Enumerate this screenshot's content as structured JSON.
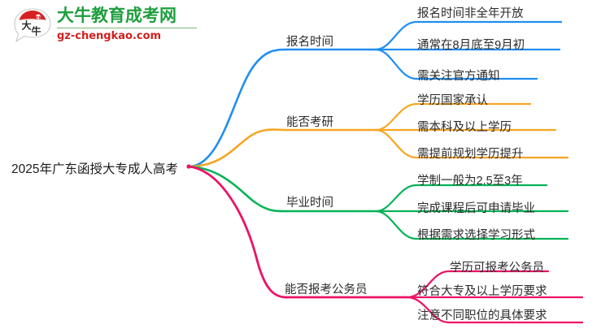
{
  "logo": {
    "mark_alt": "daniu-speech-bubble-logo",
    "title": "大牛教育成考网",
    "subtitle": "gz-chengkao.com",
    "title_color": "#1e9e3e",
    "subtitle_color": "#cf2020",
    "mark_color": "#d42121"
  },
  "mindmap": {
    "root": {
      "label": "2025年广东函授大专成人高考"
    },
    "branches": [
      {
        "label": "报名时间",
        "color": "#1f8ef1",
        "leaves": [
          "报名时间非全年开放",
          "通常在8月底至9月初",
          "需关注官方通知"
        ]
      },
      {
        "label": "能否考研",
        "color": "#f5a623",
        "leaves": [
          "学历国家承认",
          "需本科及以上学历",
          "需提前规划学历提升"
        ]
      },
      {
        "label": "毕业时间",
        "color": "#06b357",
        "leaves": [
          "学制一般为2.5至3年",
          "完成课程后可申请毕业",
          "根据需求选择学习形式"
        ]
      },
      {
        "label": "能否报考公务员",
        "color": "#ed1266",
        "leaves": [
          "学历可报考公务员",
          "符合大专及以上学历要求",
          "注意不同职位的具体要求"
        ]
      }
    ]
  }
}
